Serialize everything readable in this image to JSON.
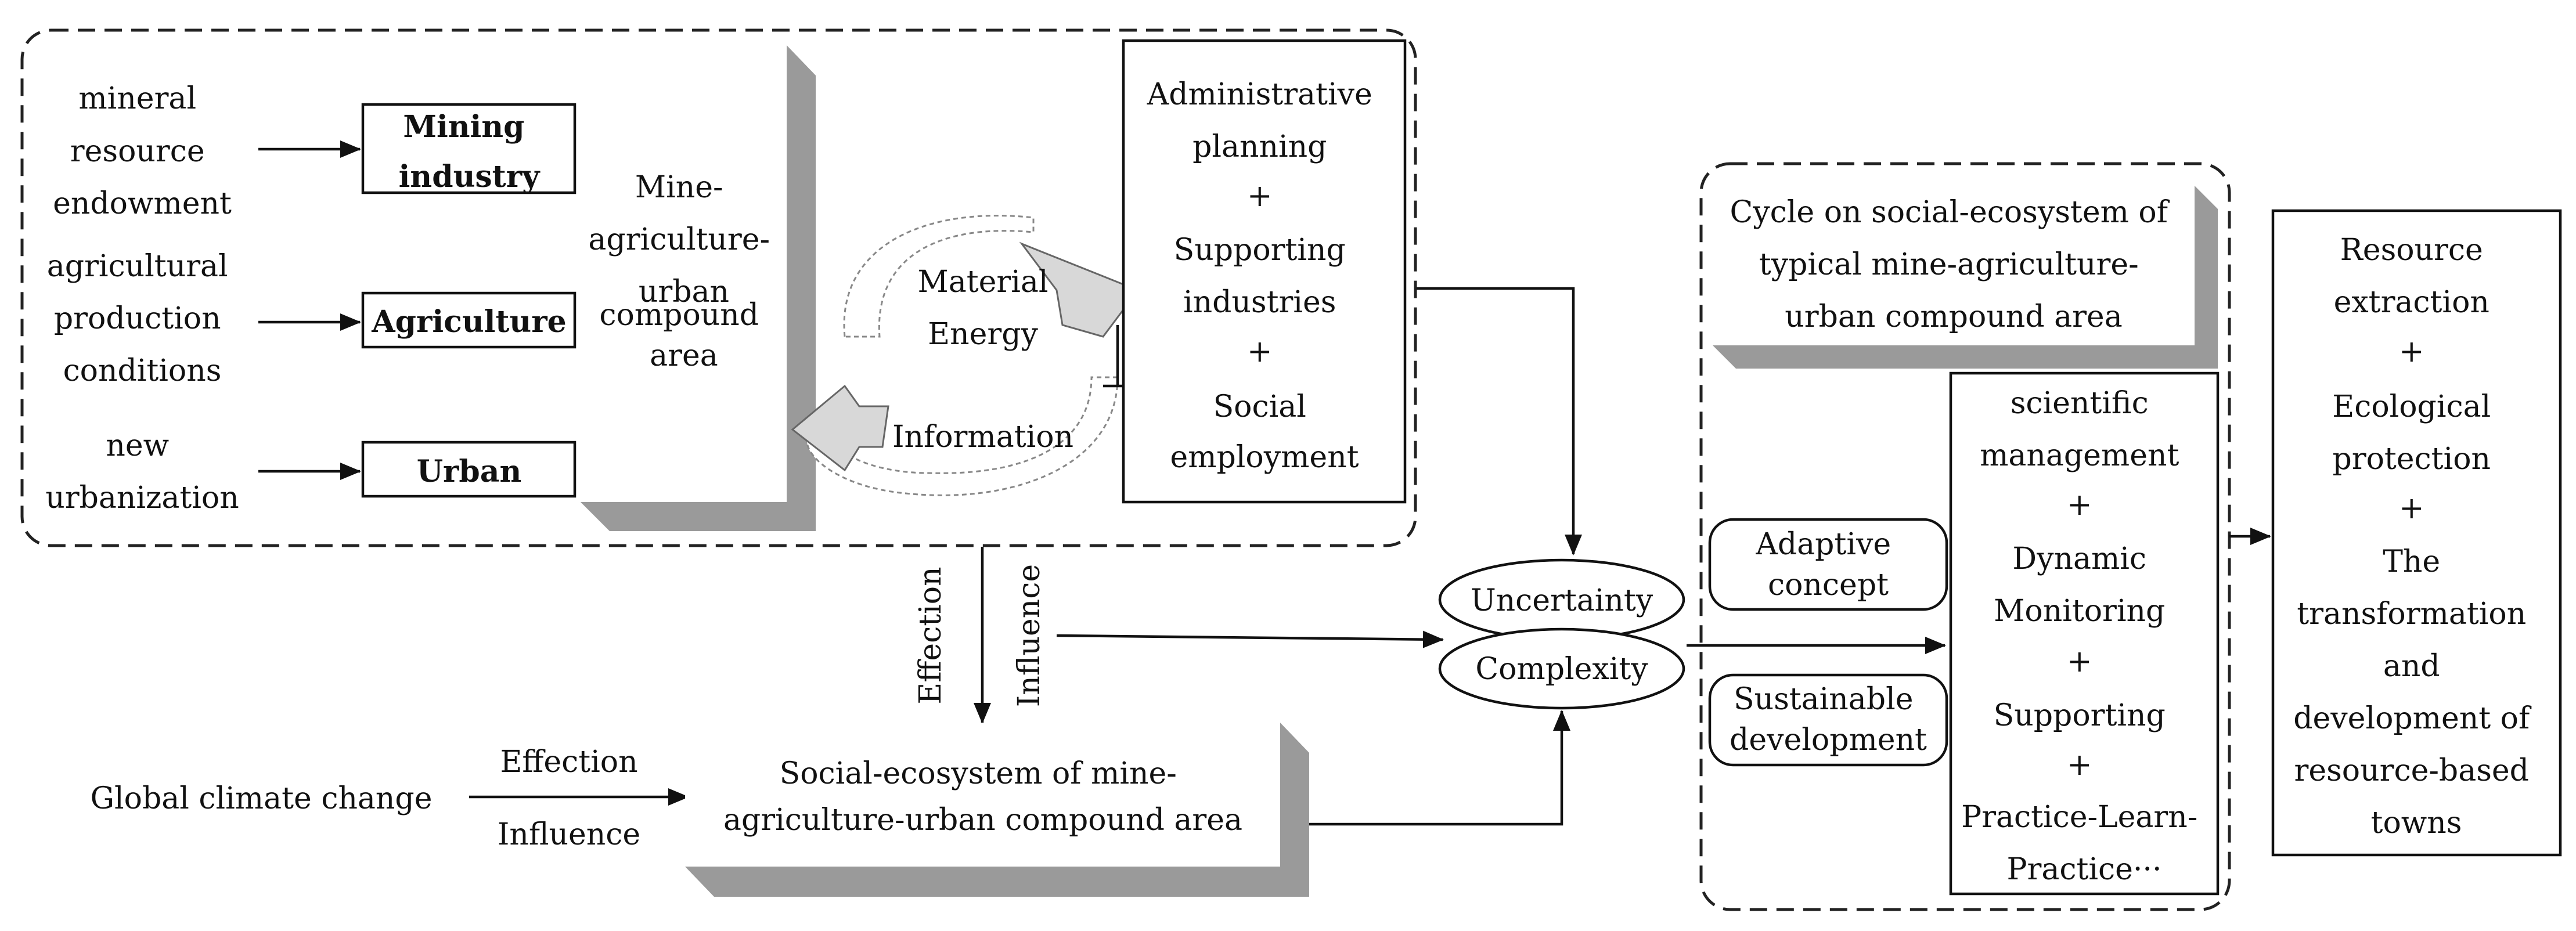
{
  "inputs": {
    "mineral": [
      "mineral",
      "resource",
      "endowment"
    ],
    "agricultural": [
      "agricultural",
      "production",
      "conditions"
    ],
    "urbanization": [
      "new",
      "urbanization"
    ]
  },
  "boxes": {
    "mining": [
      "Mining",
      "industry"
    ],
    "agriculture": "Agriculture",
    "urban": "Urban"
  },
  "compound_area": [
    "Mine-",
    "agriculture-",
    "urban",
    "compound",
    "area"
  ],
  "flows": {
    "material": "Material",
    "energy": "Energy",
    "information": "Information"
  },
  "admin_box": [
    "Administrative",
    "planning",
    "+",
    "Supporting",
    "industries",
    "+",
    "Social",
    "employment"
  ],
  "vertical_labels": {
    "effection": "Effection",
    "influence": "Influence"
  },
  "global_climate": {
    "label": "Global climate change",
    "effection": "Effection",
    "influence": "Influence"
  },
  "social_ecosystem": [
    "Social-ecosystem of mine-",
    "agriculture-urban compound area"
  ],
  "ellipses": {
    "uncertainty": "Uncertainty",
    "complexity": "Complexity"
  },
  "cycle_banner": [
    "Cycle on social-ecosystem of",
    "typical mine-agriculture-",
    "urban compound area"
  ],
  "adaptive": [
    "Adaptive",
    "concept"
  ],
  "sustainable": [
    "Sustainable",
    "development"
  ],
  "management_box": [
    "scientific",
    "management",
    "+",
    "Dynamic",
    "Monitoring",
    "+",
    "Supporting",
    "+",
    "Practice-Learn-",
    "Practice···"
  ],
  "result_box": [
    "Resource",
    "extraction",
    "+",
    "Ecological",
    "protection",
    "+",
    "The",
    "transformation",
    "and",
    "development of",
    "resource-based",
    "towns"
  ]
}
